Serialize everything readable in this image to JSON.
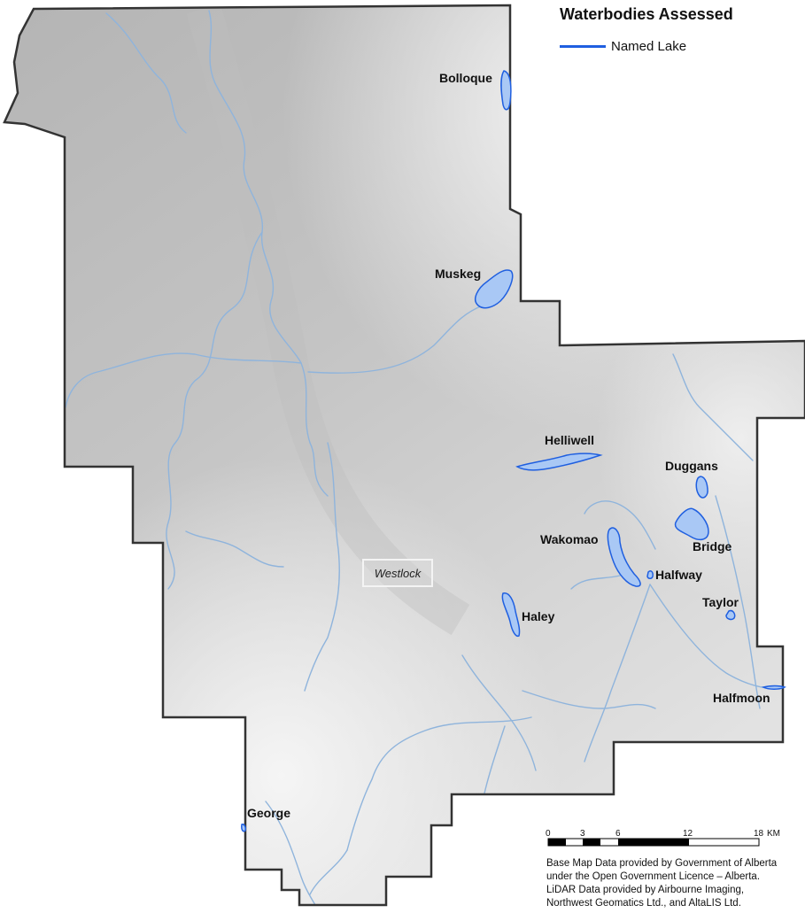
{
  "legend": {
    "title": "Waterbodies Assessed",
    "items": [
      {
        "label": "Named Lake",
        "color": "#1f5fe0"
      }
    ]
  },
  "town": {
    "name": "Westlock"
  },
  "lakes": [
    {
      "id": "bolloque",
      "label": "Bolloque"
    },
    {
      "id": "muskeg",
      "label": "Muskeg"
    },
    {
      "id": "helliwell",
      "label": "Helliwell"
    },
    {
      "id": "duggans",
      "label": "Duggans"
    },
    {
      "id": "bridge",
      "label": "Bridge"
    },
    {
      "id": "wakomao",
      "label": "Wakomao"
    },
    {
      "id": "halfway",
      "label": "Halfway"
    },
    {
      "id": "taylor",
      "label": "Taylor"
    },
    {
      "id": "haley",
      "label": "Haley"
    },
    {
      "id": "halfmoon",
      "label": "Halfmoon"
    },
    {
      "id": "george",
      "label": "George"
    }
  ],
  "scale_bar": {
    "ticks": [
      "0",
      "3",
      "6",
      "12",
      "18"
    ],
    "unit": "KM"
  },
  "credits": [
    "Base Map Data provided by Government of Alberta",
    "under the Open Government Licence – Alberta.",
    "LiDAR Data provided by Airbourne Imaging,",
    "Northwest Geomatics Ltd., and AltaLIS Ltd."
  ],
  "colors": {
    "boundary": "#333333",
    "river": "#8fb4dc",
    "lake_fill": "#a9c8f5",
    "lake_stroke": "#1f5fe0"
  }
}
